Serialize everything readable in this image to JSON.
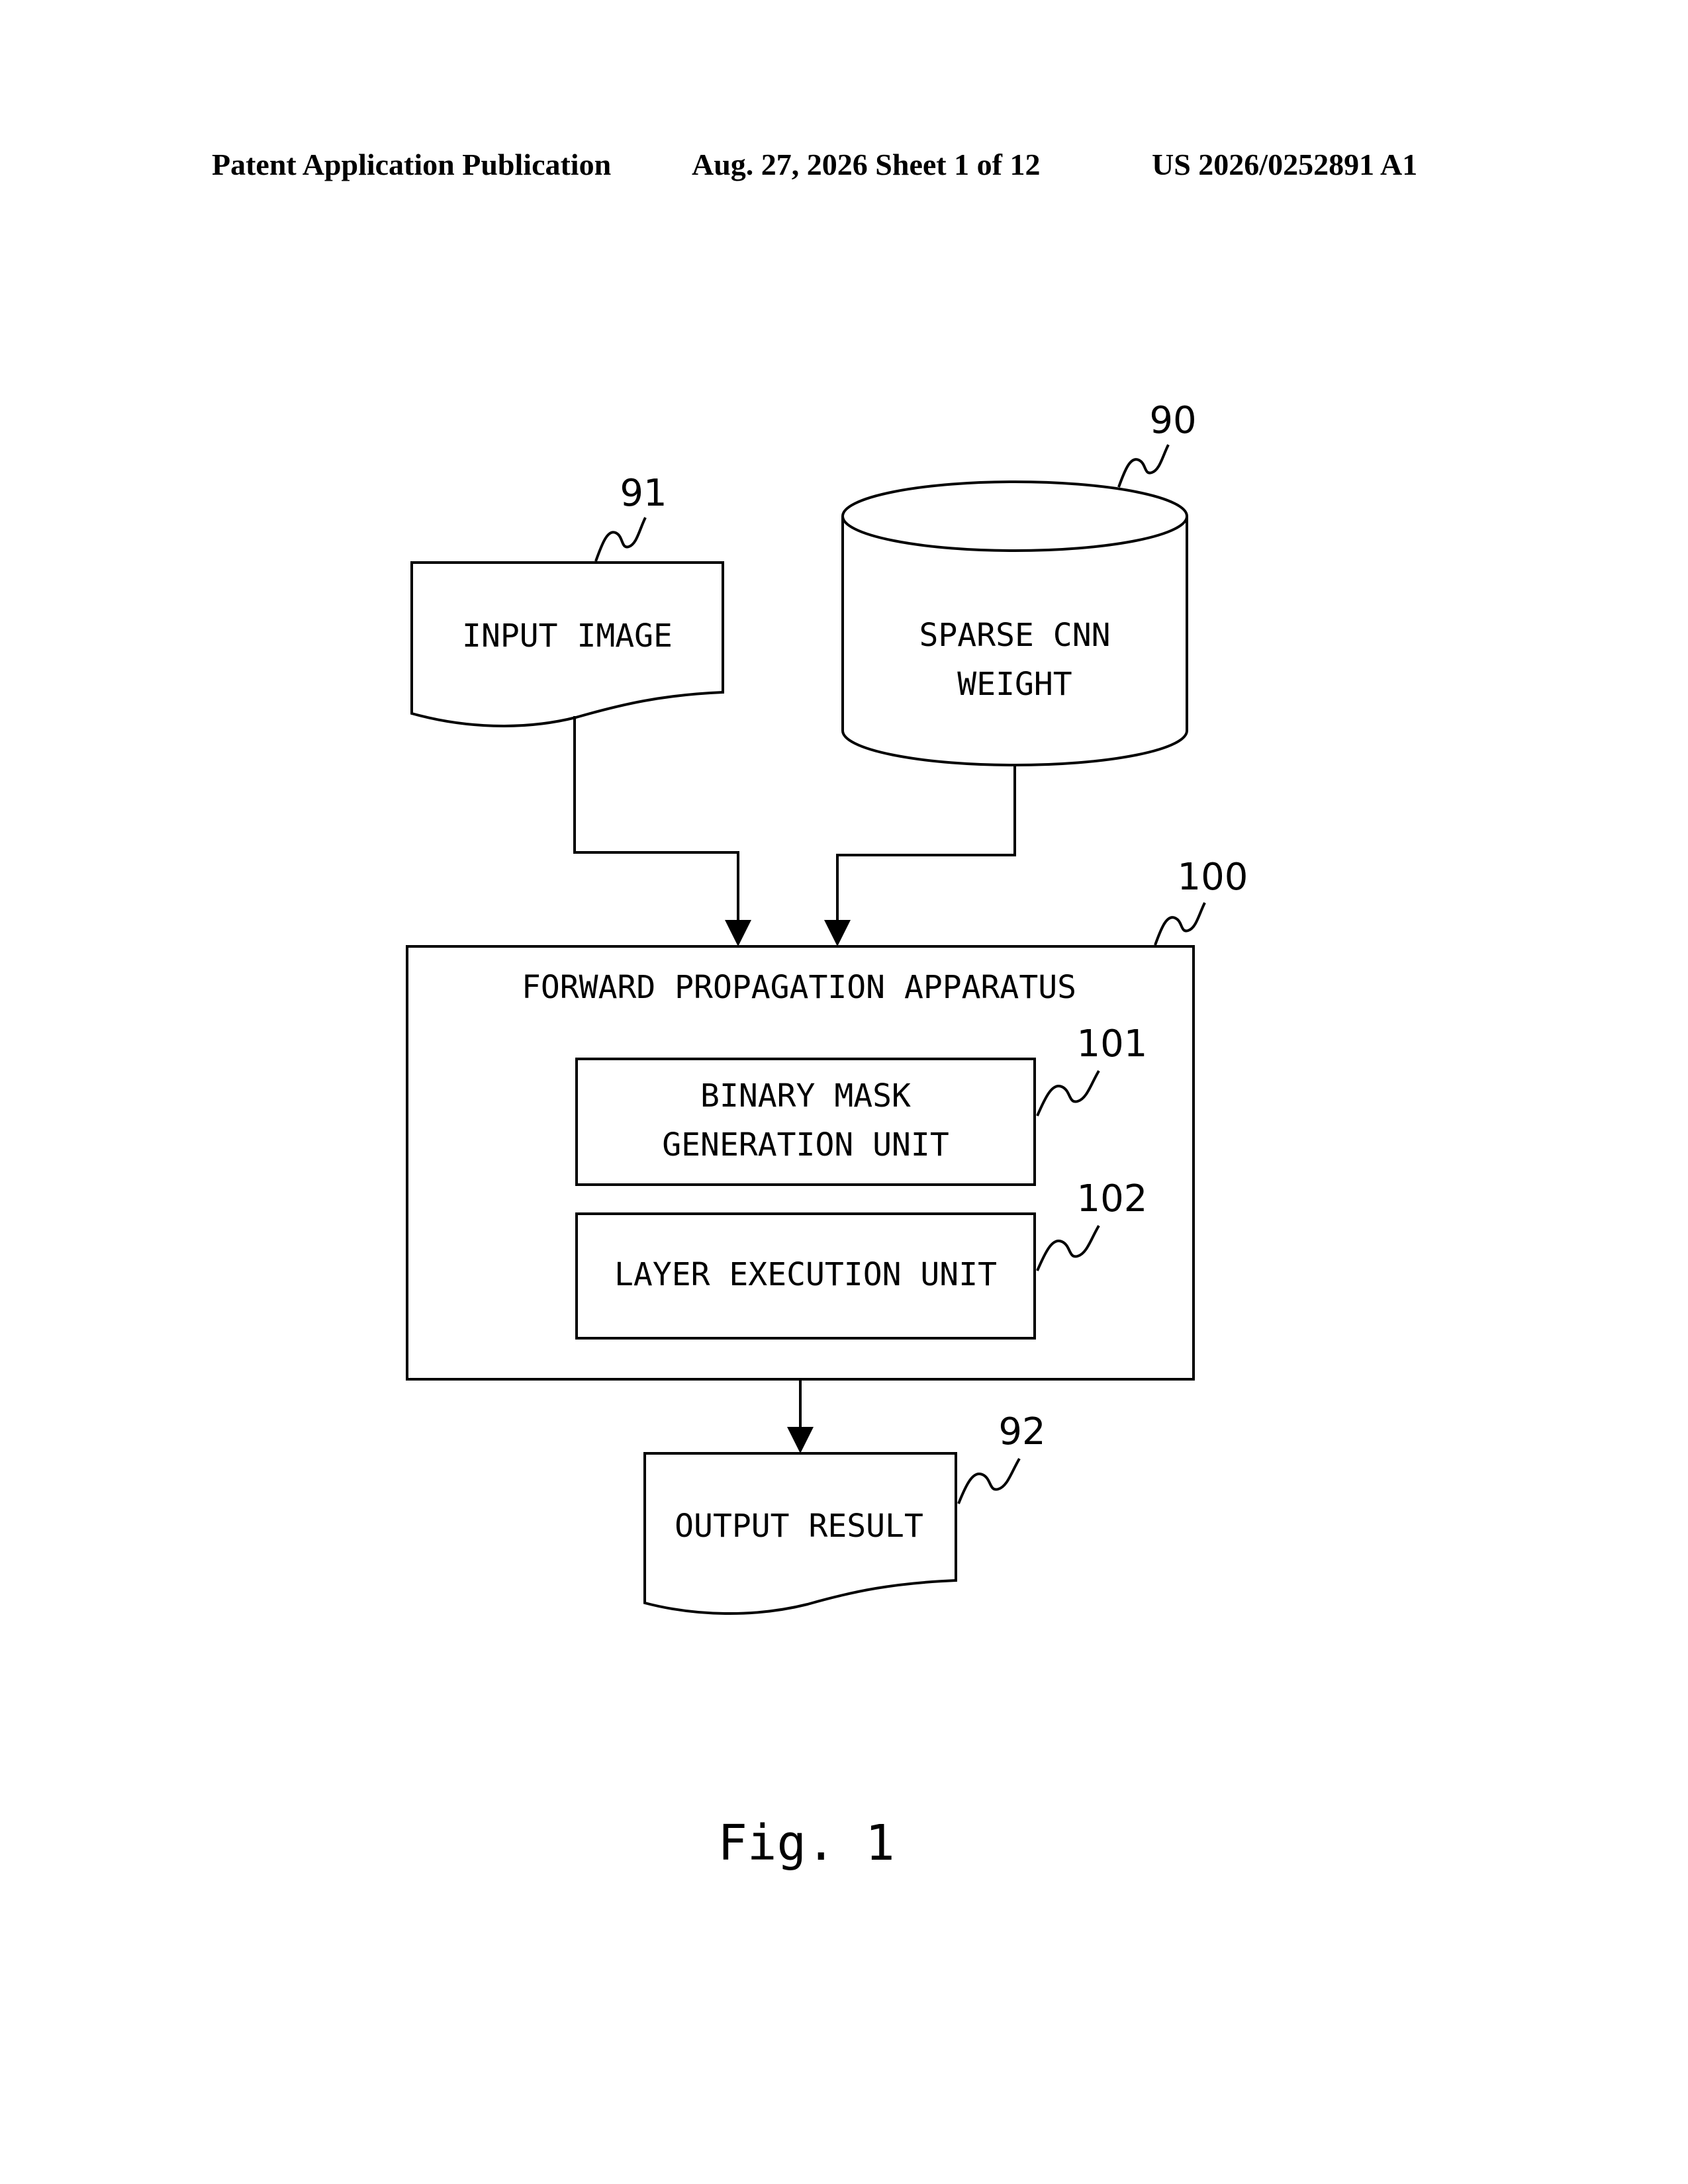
{
  "header": {
    "publication": "Patent Application Publication",
    "date_sheet": "Aug. 27, 2026  Sheet 1 of 12",
    "number": "US 2026/0252891 A1"
  },
  "diagram": {
    "input_image": {
      "label": "INPUT IMAGE",
      "ref": "91"
    },
    "sparse_cnn_weight": {
      "label_line1": "SPARSE CNN",
      "label_line2": "WEIGHT",
      "ref": "90"
    },
    "apparatus": {
      "label": "FORWARD PROPAGATION APPARATUS",
      "ref": "100"
    },
    "binary_mask_unit": {
      "label_line1": "BINARY MASK",
      "label_line2": "GENERATION UNIT",
      "ref": "101"
    },
    "layer_execution_unit": {
      "label": "LAYER EXECUTION UNIT",
      "ref": "102"
    },
    "output_result": {
      "label": "OUTPUT RESULT",
      "ref": "92"
    }
  },
  "figure_caption": "Fig. 1"
}
